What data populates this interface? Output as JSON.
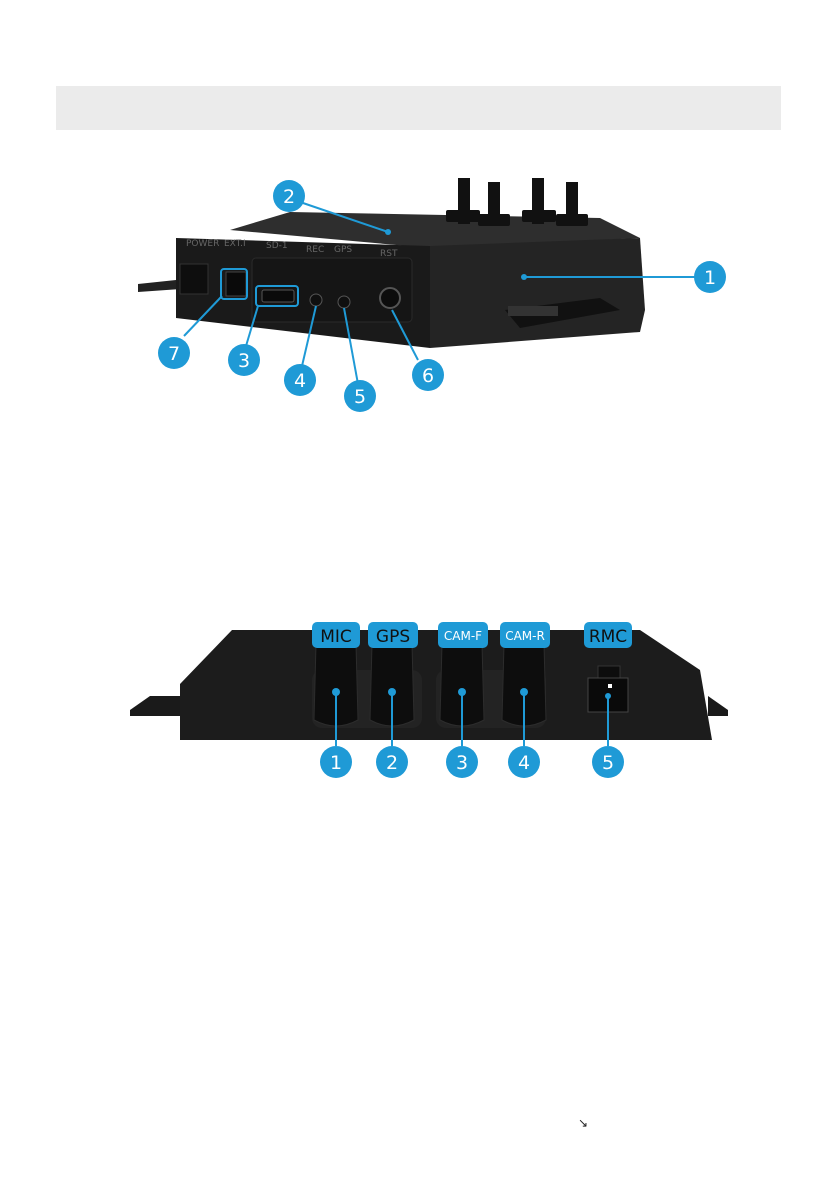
{
  "colors": {
    "callout": "#1f9ad6",
    "device": "#1c1c1c",
    "header_band": "#ebebeb"
  },
  "figure1": {
    "port_labels": [
      "POWER",
      "EXT.I",
      "SD-1",
      "REC",
      "GPS",
      "RST"
    ],
    "callouts": [
      "1",
      "2",
      "3",
      "4",
      "5",
      "6",
      "7"
    ]
  },
  "figure2": {
    "connector_labels": [
      "MIC",
      "GPS",
      "CAM-F",
      "CAM-R",
      "RMC"
    ],
    "callouts": [
      "1",
      "2",
      "3",
      "4",
      "5"
    ]
  },
  "footer": {
    "arrow_icon": "↘"
  }
}
